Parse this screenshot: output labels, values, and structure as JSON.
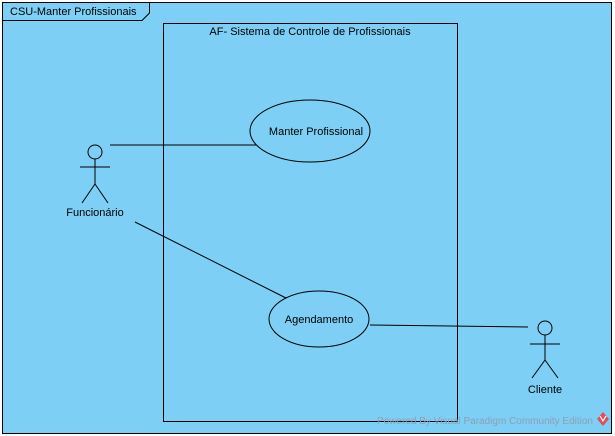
{
  "diagram": {
    "frame_title": "CSU-Manter Profissionais",
    "system_boundary_label": "AF- Sistema de Controle de Profissionais",
    "use_cases": {
      "manter_profissional": "Manter Profissional",
      "agendamento": "Agendamento"
    },
    "actors": {
      "funcionario": "Funcionário",
      "cliente": "Cliente"
    },
    "watermark": "Powered By  Visual Paradigm Community Edition",
    "colors": {
      "frame_fill": "#7dcff5",
      "line": "#000000",
      "use_case_fill": "#7dcff5",
      "watermark_text": "#8e9fb0",
      "watermark_logo": "#e0505a"
    }
  }
}
